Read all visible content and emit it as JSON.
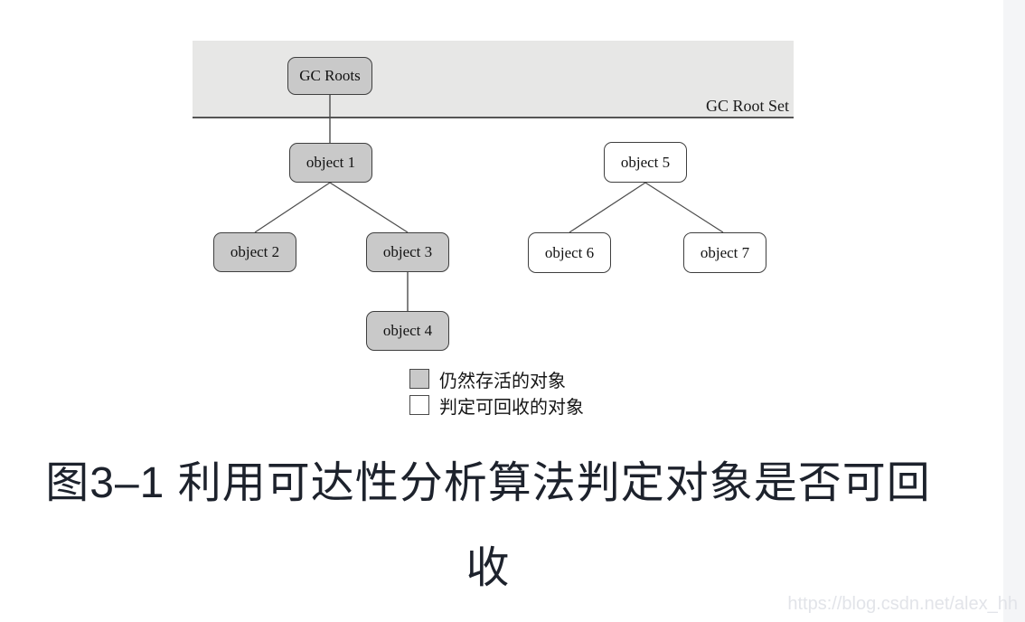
{
  "page": {
    "background": "#ffffff",
    "right_gutter_color": "#f4f5f7"
  },
  "figure": {
    "root_set_label": "GC Root Set",
    "nodes": [
      {
        "id": "gc-roots",
        "label": "GC Roots",
        "status": "alive"
      },
      {
        "id": "object-1",
        "label": "object 1",
        "status": "alive"
      },
      {
        "id": "object-2",
        "label": "object 2",
        "status": "alive"
      },
      {
        "id": "object-3",
        "label": "object 3",
        "status": "alive"
      },
      {
        "id": "object-4",
        "label": "object 4",
        "status": "alive"
      },
      {
        "id": "object-5",
        "label": "object 5",
        "status": "collectable"
      },
      {
        "id": "object-6",
        "label": "object 6",
        "status": "collectable"
      },
      {
        "id": "object-7",
        "label": "object 7",
        "status": "collectable"
      }
    ],
    "edges": [
      {
        "from": "gc-roots",
        "to": "object-1"
      },
      {
        "from": "object-1",
        "to": "object-2"
      },
      {
        "from": "object-1",
        "to": "object-3"
      },
      {
        "from": "object-3",
        "to": "object-4"
      },
      {
        "from": "object-5",
        "to": "object-6"
      },
      {
        "from": "object-5",
        "to": "object-7"
      }
    ],
    "legend": [
      {
        "swatch_color": "#c9c9c9",
        "label": "仍然存活的对象"
      },
      {
        "swatch_color": "#ffffff",
        "label": "判定可回收的对象"
      }
    ],
    "colors": {
      "band_fill": "#e7e7e6",
      "band_bottom_line": "#555555",
      "alive_fill": "#c9c9c9",
      "collectable_fill": "#ffffff",
      "node_border": "#3f3f3f",
      "edge_line": "#4c4c4c"
    }
  },
  "caption": {
    "text": "图3–1 利用可达性分析算法判定对象是否可回收",
    "line1": "图3–1 利用可达性分析算法判定对象是否可回",
    "line2": "收"
  },
  "watermark": "https://blog.csdn.net/alex_hh"
}
